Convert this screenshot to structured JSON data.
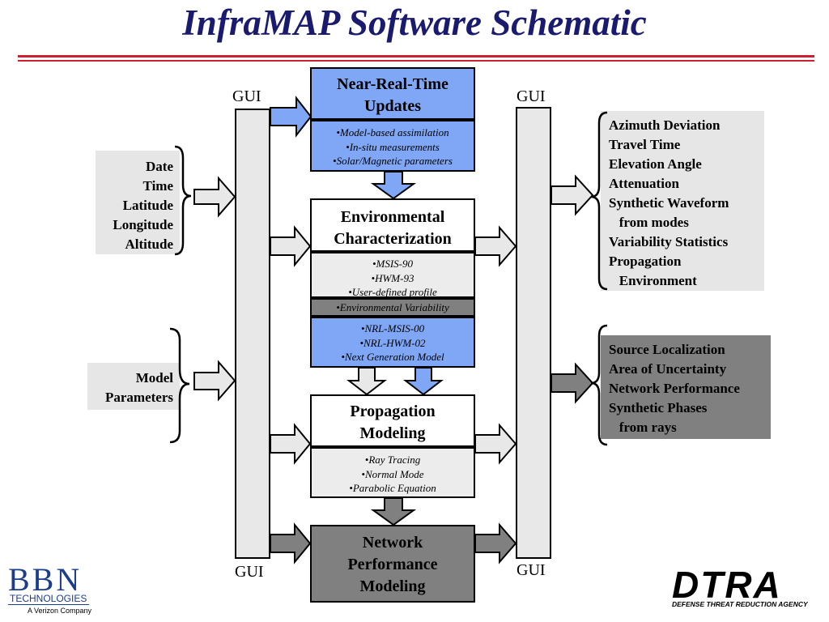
{
  "title": "InfraMAP Software Schematic",
  "gui_label": "GUI",
  "inputs": {
    "time_location": [
      "Date",
      "Time",
      "Latitude",
      "Longitude",
      "Altitude"
    ],
    "model_parameters": [
      "Model",
      "Parameters"
    ]
  },
  "modules": {
    "nrt": {
      "title": [
        "Near-Real-Time",
        "Updates"
      ],
      "items": [
        "•Model-based assimilation",
        "•In-situ measurements",
        "•Solar/Magnetic parameters"
      ]
    },
    "env": {
      "title": [
        "Environmental",
        "Characterization"
      ],
      "items": [
        "•MSIS-90",
        "•HWM-93",
        "•User-defined profile"
      ],
      "variability": "•Environmental Variability",
      "next_items": [
        "•NRL-MSIS-00",
        "•NRL-HWM-02",
        "•Next Generation Model"
      ]
    },
    "prop": {
      "title": [
        "Propagation",
        "Modeling"
      ],
      "items": [
        "•Ray Tracing",
        "•Normal Mode",
        "•Parabolic Equation"
      ]
    },
    "network": {
      "title": [
        "Network",
        "Performance",
        "Modeling"
      ]
    }
  },
  "outputs": {
    "propagation": [
      "Azimuth Deviation",
      "Travel Time",
      "Elevation Angle",
      "Attenuation",
      "Synthetic Waveform",
      "   from modes",
      "Variability Statistics",
      "Propagation",
      "   Environment"
    ],
    "network": [
      "Source Localization",
      "Area of Uncertainty",
      "Network Performance",
      "Synthetic Phases",
      "   from rays"
    ]
  },
  "logos": {
    "bbn": "BBN",
    "bbn_sub": "TECHNOLOGIES",
    "bbn_tag": "A Verizon Company",
    "dtra": "DTRA",
    "dtra_sub": "DEFENSE THREAT REDUCTION AGENCY"
  },
  "colors": {
    "title": "#1a1a6e",
    "rule": "#cc1f2f",
    "blue_box": "#7fa7f5",
    "gray_box": "#808080",
    "light_box": "#ececec"
  }
}
